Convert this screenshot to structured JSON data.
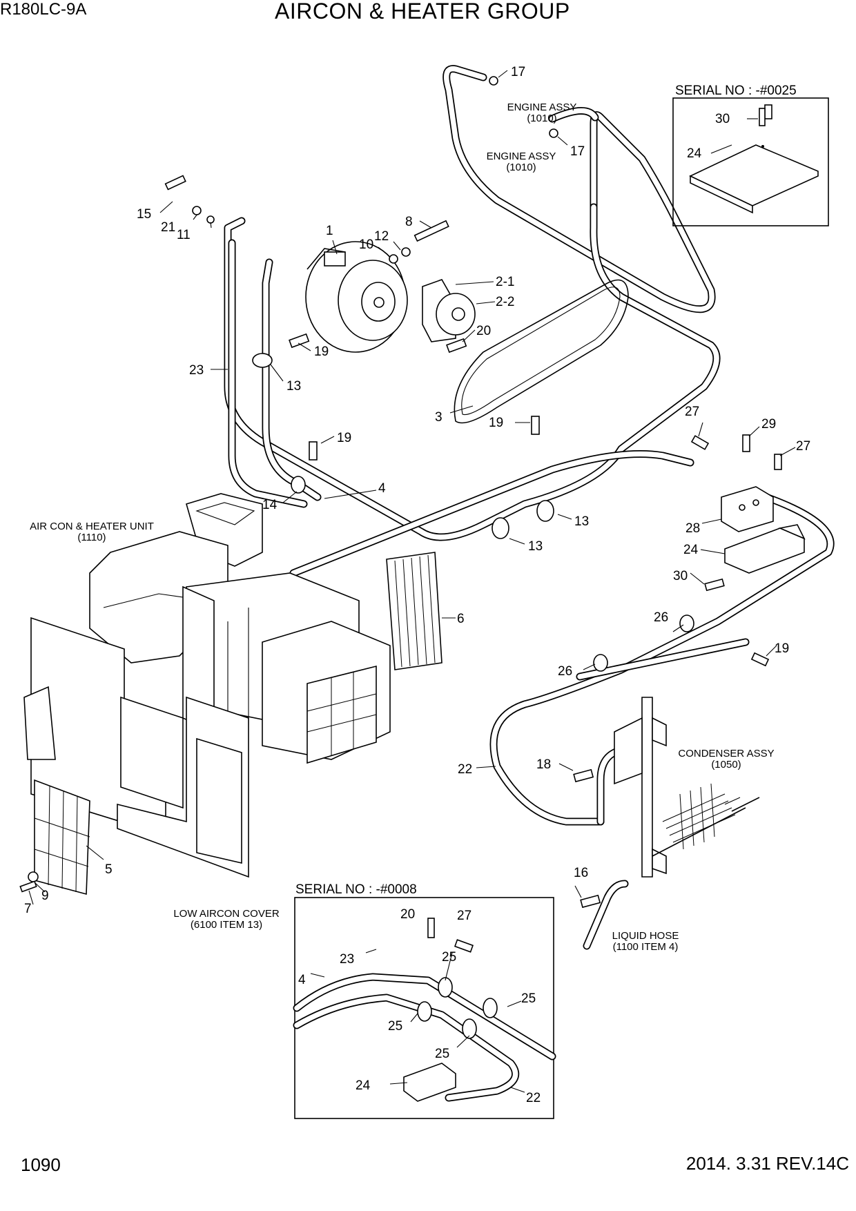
{
  "header": {
    "model": "R180LC-9A",
    "title": "AIRCON & HEATER GROUP"
  },
  "footer": {
    "page_number": "1090",
    "revision": "2014. 3.31  REV.14C"
  },
  "insets": {
    "top_right": {
      "title": "SERIAL NO : -#0025"
    },
    "bottom": {
      "title": "SERIAL NO : -#0008"
    }
  },
  "notes": {
    "engine_assy_1": {
      "line1": "ENGINE ASSY",
      "line2": "(1010)"
    },
    "engine_assy_2": {
      "line1": "ENGINE ASSY",
      "line2": "(1010)"
    },
    "aircon_unit": {
      "line1": "AIR CON & HEATER UNIT",
      "line2": "(1110)"
    },
    "condenser": {
      "line1": "CONDENSER ASSY",
      "line2": "(1050)"
    },
    "low_cover": {
      "line1": "LOW AIRCON COVER",
      "line2": "(6100 ITEM 13)"
    },
    "liquid_hose": {
      "line1": "LIQUID HOSE",
      "line2": "(1100 ITEM 4)"
    }
  },
  "callouts": {
    "c17a": "17",
    "c17b": "17",
    "c30a": "30",
    "c24a": "24",
    "c15": "15",
    "c21": "21",
    "c11": "11",
    "c1": "1",
    "c10": "10",
    "c12": "12",
    "c8": "8",
    "c2_1": "2-1",
    "c2_2": "2-2",
    "c20a": "20",
    "c19a": "19",
    "c23a": "23",
    "c13a": "13",
    "c3": "3",
    "c19b": "19",
    "c27a": "27",
    "c29": "29",
    "c27b": "27",
    "c19c": "19",
    "c4a": "4",
    "c14": "14",
    "c13b": "13",
    "c13c": "13",
    "c28": "28",
    "c24b": "24",
    "c30b": "30",
    "c6": "6",
    "c26a": "26",
    "c19d": "19",
    "c26b": "26",
    "c18": "18",
    "c22a": "22",
    "c5": "5",
    "c16": "16",
    "c9": "9",
    "c7": "7",
    "c20b": "20",
    "c27c": "27",
    "c23b": "23",
    "c4b": "4",
    "c25a": "25",
    "c25b": "25",
    "c25c": "25",
    "c25d": "25",
    "c24c": "24",
    "c22b": "22"
  }
}
